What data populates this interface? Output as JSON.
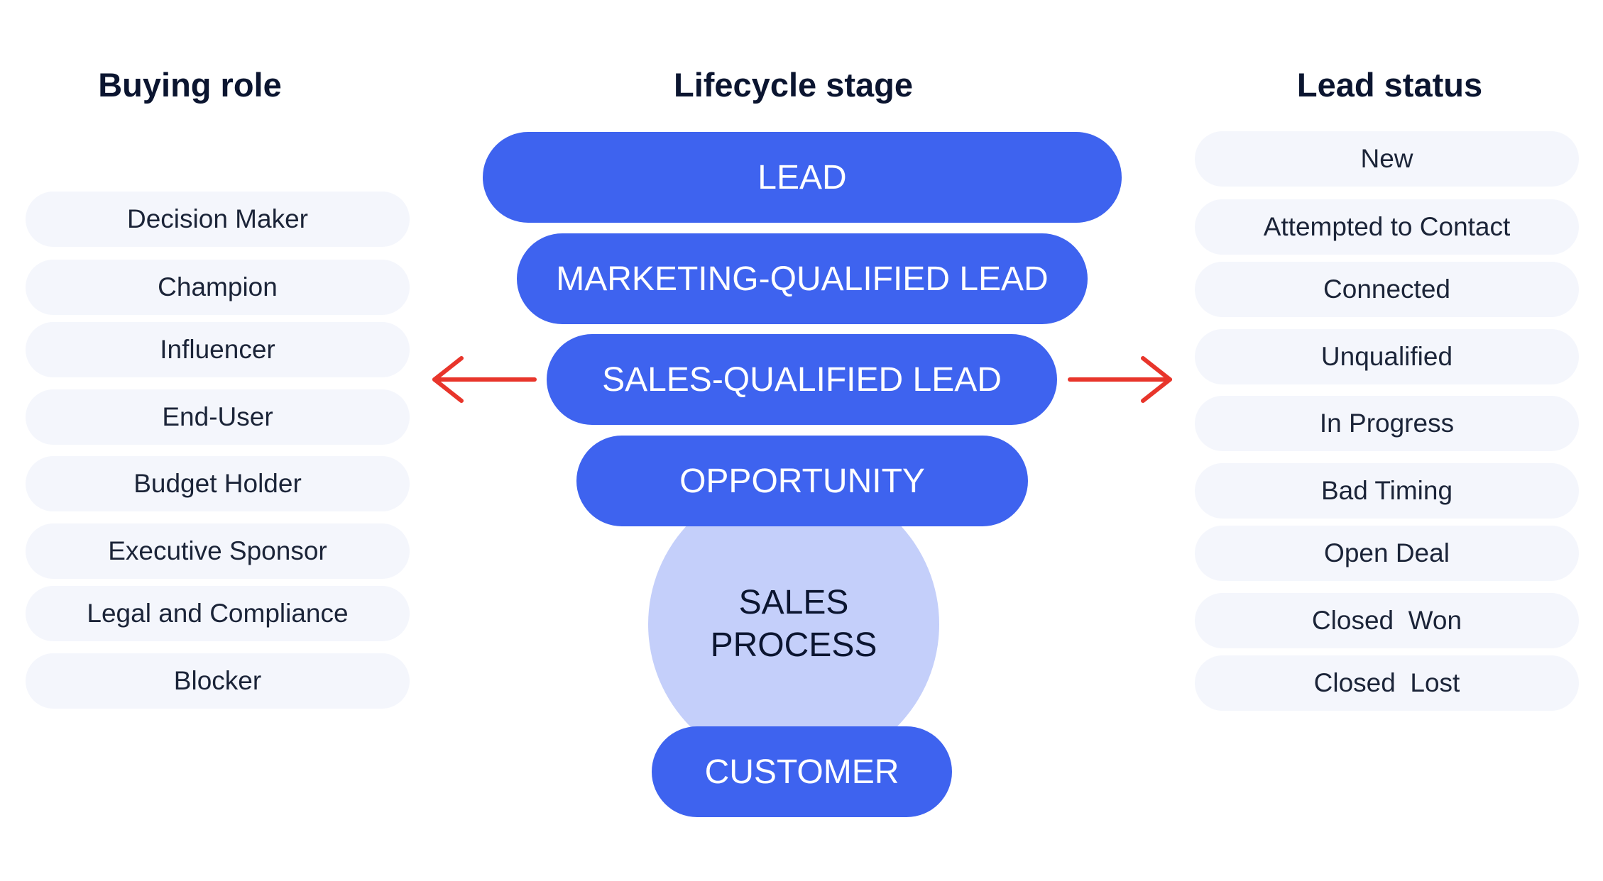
{
  "headings": {
    "buying_role": "Buying role",
    "lifecycle_stage": "Lifecycle stage",
    "lead_status": "Lead status"
  },
  "buying_roles": [
    "Decision Maker",
    "Champion",
    "Influencer",
    "End-User",
    "Budget Holder",
    "Executive Sponsor",
    "Legal and Compliance",
    "Blocker"
  ],
  "lifecycle_stages": {
    "lead": "LEAD",
    "mql": "MARKETING-QUALIFIED LEAD",
    "sql": "SALES-QUALIFIED LEAD",
    "opportunity": "OPPORTUNITY",
    "sales_process_line1": "SALES",
    "sales_process_line2": "PROCESS",
    "customer": "CUSTOMER"
  },
  "lead_statuses": [
    "New",
    "Attempted to Contact",
    "Connected",
    "Unqualified",
    "In Progress",
    "Bad Timing",
    "Open Deal",
    "Closed  Won",
    "Closed  Lost"
  ],
  "colors": {
    "stage_blue": "#3e63ef",
    "circle_light": "#c4cffa",
    "pill_bg": "#f4f6fc",
    "arrow_red": "#e8352b",
    "heading": "#0b1530"
  }
}
